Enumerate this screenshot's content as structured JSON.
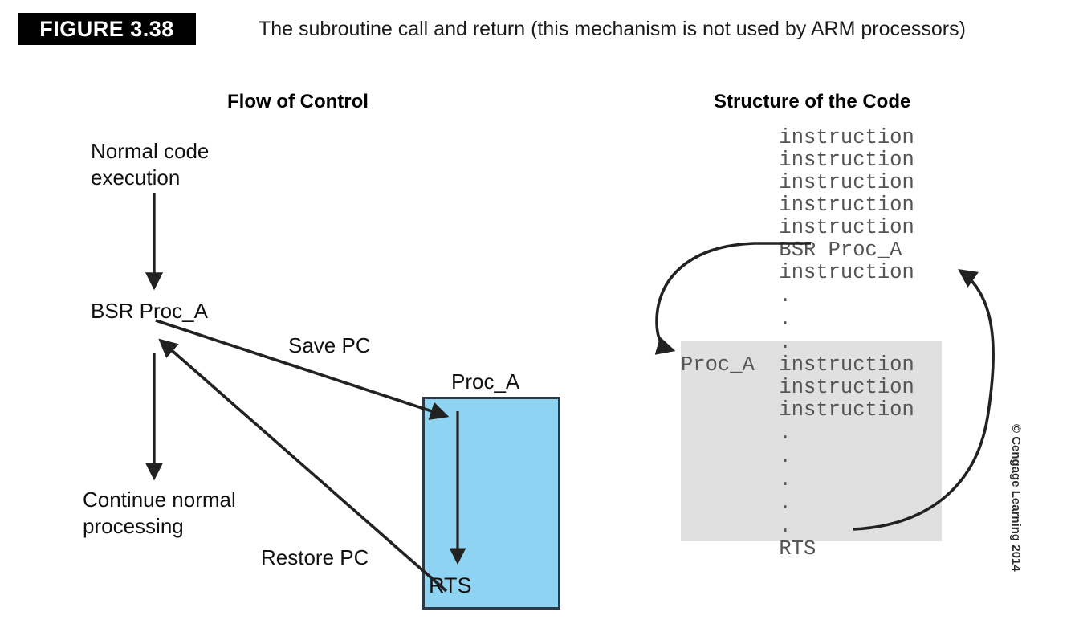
{
  "figure": {
    "badge_label": "FIGURE 3.38",
    "caption": "The subroutine call and return (this mechanism is not used by ARM processors)"
  },
  "headings": {
    "flow": "Flow of Control",
    "code": "Structure of the Code"
  },
  "flow_panel": {
    "normal_execution": "Normal code\nexecution",
    "bsr_call": "BSR Proc_A",
    "continue_processing": "Continue normal\nprocessing",
    "save_pc": "Save PC",
    "restore_pc": "Restore PC",
    "proc_box_title": "Proc_A",
    "proc_box_return": "RTS"
  },
  "code_panel": {
    "main_lines": [
      "instruction",
      "instruction",
      "instruction",
      "instruction",
      "instruction",
      "BSR Proc_A",
      "instruction",
      ".",
      ".",
      "."
    ],
    "subroutine_label": "Proc_A",
    "subroutine_lines": [
      "instruction",
      "instruction",
      "instruction",
      ".",
      ".",
      ".",
      ".",
      ".",
      "RTS"
    ]
  },
  "copyright": "© Cengage Learning 2014",
  "colors": {
    "proc_box_fill": "#8ed4f2",
    "proc_box_border": "#2b3a44",
    "code_block_fill": "#e0e0e0",
    "badge_bg": "#000000",
    "arrow_stroke": "#222222"
  }
}
